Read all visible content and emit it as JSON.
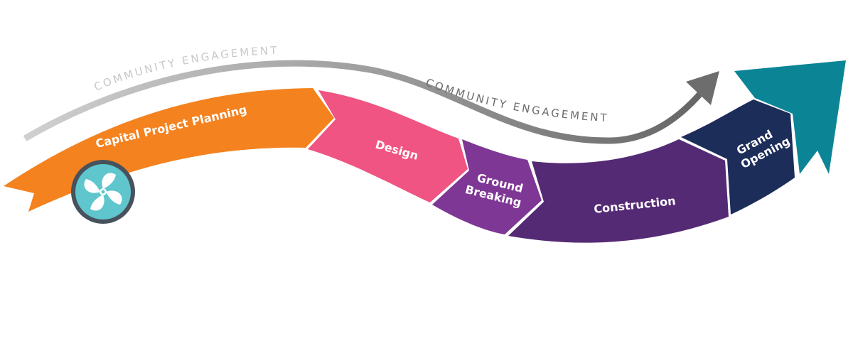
{
  "engagement": {
    "label_upper": "COMMUNITY ENGAGEMENT",
    "label_lower": "COMMUNITY ENGAGEMENT",
    "color_light": "#c8c8c8",
    "color_dark": "#6d6d6d"
  },
  "stages": [
    {
      "id": "capital",
      "label": "Capital Project Planning",
      "color": "#f4821f"
    },
    {
      "id": "design",
      "label": "Design",
      "color": "#ef5482"
    },
    {
      "id": "ground",
      "label_line1": "Ground",
      "label_line2": "Breaking",
      "color": "#7e3794"
    },
    {
      "id": "construction",
      "label": "Construction",
      "color": "#552a74"
    },
    {
      "id": "grand",
      "label_line1": "Grand",
      "label_line2": "Opening",
      "color": "#1d2d5a"
    },
    {
      "id": "arrowhead",
      "color": "#0b8595"
    }
  ],
  "logo": {
    "icon": "fan-icon",
    "fill": "#5ec6cc",
    "ring": "#47525c"
  }
}
